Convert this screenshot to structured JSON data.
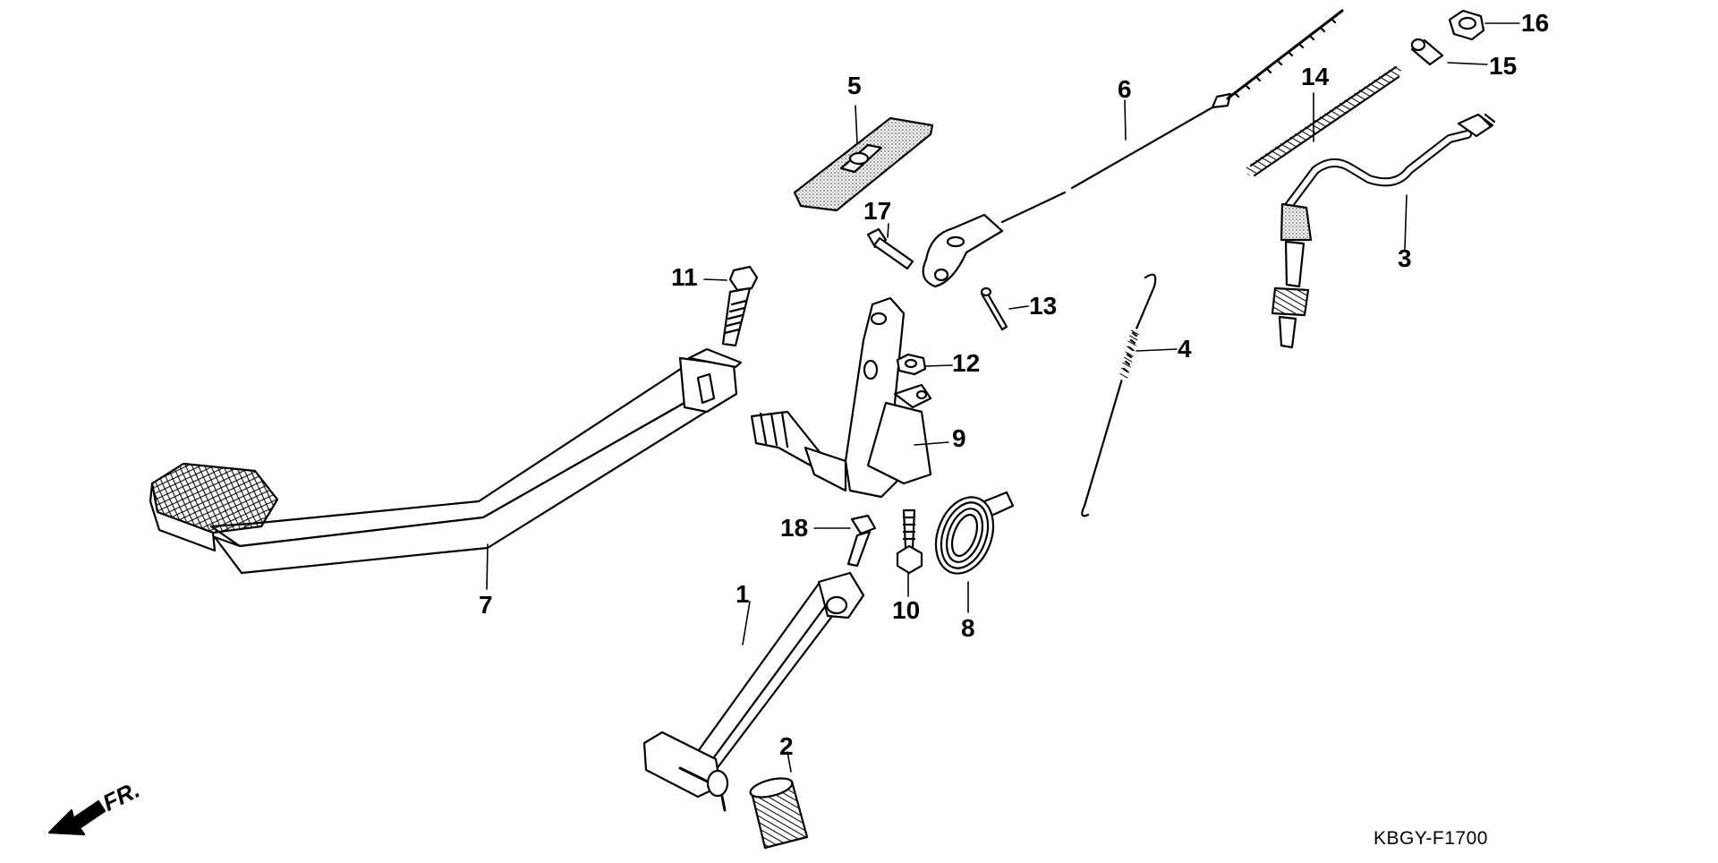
{
  "diagram": {
    "code": "KBGY-F1700",
    "direction_label": "FR.",
    "callouts": [
      "1",
      "2",
      "3",
      "4",
      "5",
      "6",
      "7",
      "8",
      "9",
      "10",
      "11",
      "12",
      "13",
      "14",
      "15",
      "16",
      "17",
      "18"
    ]
  },
  "colors": {
    "line": "#000000",
    "fill": "#ffffff",
    "hatch": "#7a7a7a"
  }
}
